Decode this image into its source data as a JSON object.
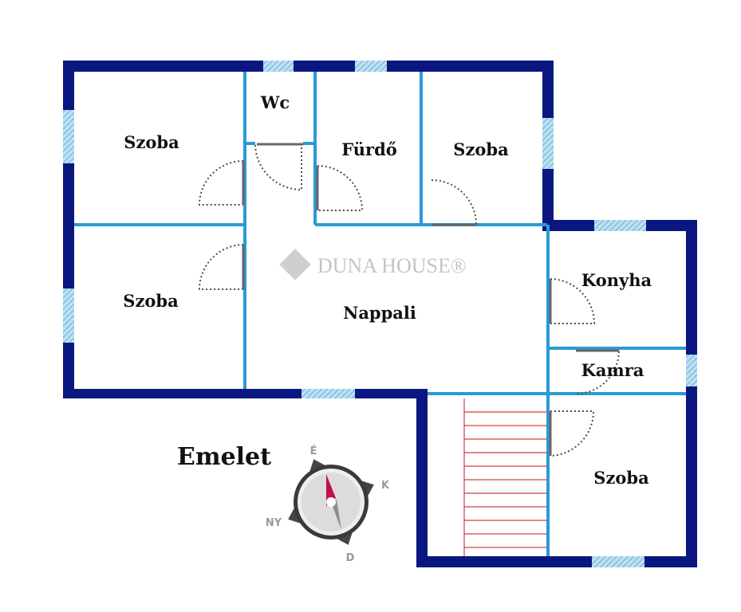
{
  "floor_label": "Emelet",
  "rooms": {
    "szoba_top_left": "Szoba",
    "wc": "Wc",
    "furdo": "Fürdő",
    "szoba_top_right": "Szoba",
    "szoba_mid_left": "Szoba",
    "nappali": "Nappali",
    "konyha": "Konyha",
    "kamra": "Kamra",
    "szoba_bottom_right": "Szoba"
  },
  "watermark": "DUNA HOUSE®",
  "compass": {
    "north": "É",
    "east": "K",
    "south": "D",
    "west": "NY"
  },
  "colors": {
    "outer_wall": "#0b1780",
    "inner_wall": "#2a9ad6",
    "stairs": "#d04040",
    "compass_needle": "#c0104a"
  }
}
